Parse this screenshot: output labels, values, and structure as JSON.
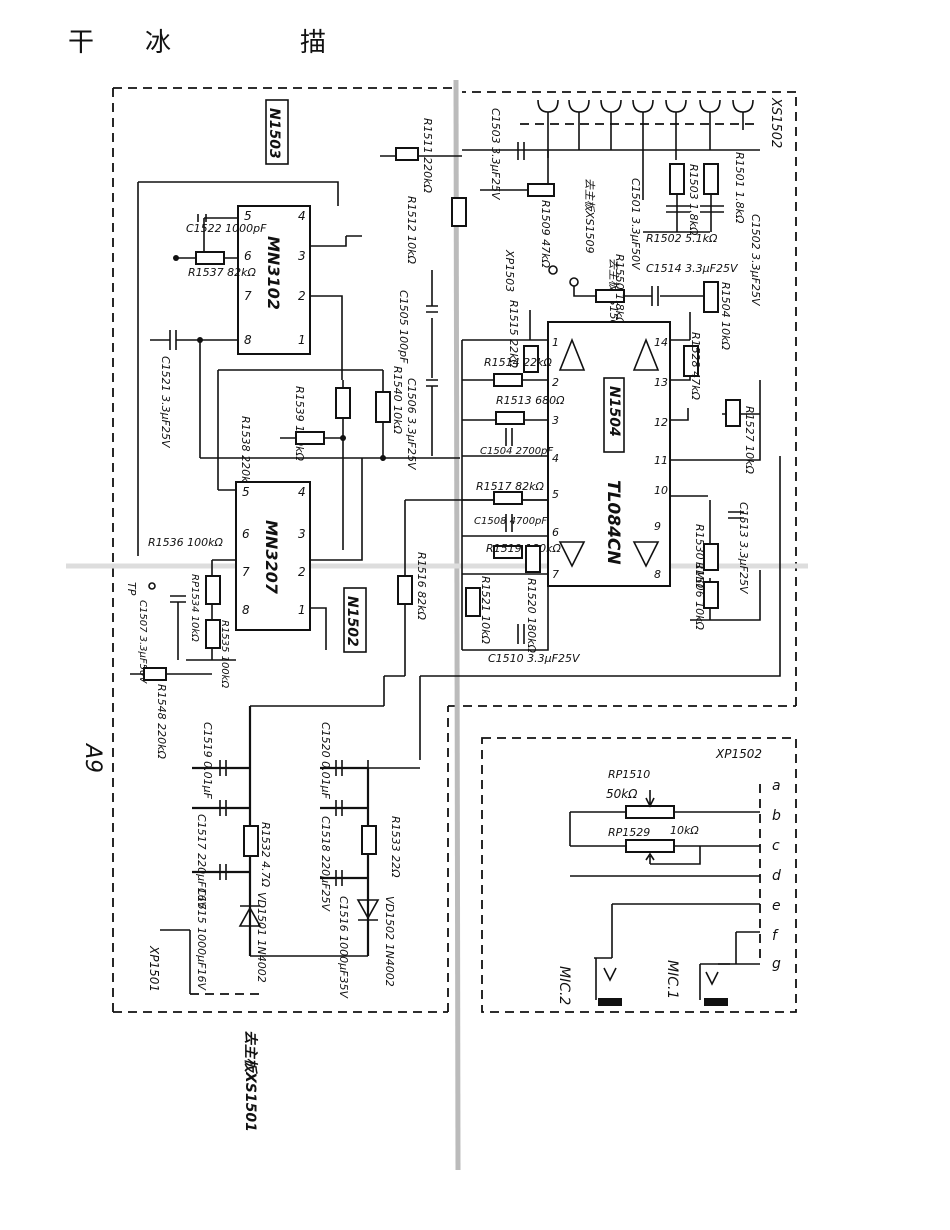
{
  "header": {
    "c1": "干",
    "c2": "冰",
    "c3": "描"
  },
  "board_label": "A9",
  "chips": {
    "n1503": {
      "ref": "N1503",
      "part": "MN3102"
    },
    "n1502": {
      "ref": "N1502",
      "part": "MN3207"
    },
    "n1504": {
      "ref": "N1504",
      "part": "TL084CN"
    }
  },
  "pins": {
    "mn3102": [
      "4",
      "3",
      "2",
      "1",
      "5",
      "6",
      "7",
      "8"
    ],
    "mn3207": [
      "4",
      "3",
      "2",
      "1",
      "5",
      "6",
      "7",
      "8"
    ],
    "tl084": [
      "14",
      "13",
      "12",
      "11",
      "10",
      "9",
      "8",
      "1",
      "2",
      "3",
      "4",
      "5",
      "6",
      "7"
    ]
  },
  "parts": {
    "r1511": "R1511 220kΩ",
    "c1503": "C1503 3.3μF25V",
    "r1512": "R1512 10kΩ",
    "r1509": "R1509 47kΩ",
    "r1501": "R1501 1.8kΩ",
    "r1503": "R1503 1.8kΩ",
    "c1501": "C1501 3.3μF50V",
    "c1502": "C1502 3.3μF25V",
    "r1502": "R1502 5.1kΩ",
    "r1550": "R1550 1.8kΩ",
    "c1514": "C1514 3.3μF25V",
    "r1504": "R1504 10kΩ",
    "c1505": "C1505 100pF",
    "r1515": "R1515 22kΩ",
    "r1514": "R1514 22kΩ",
    "r1513": "R1513 680Ω",
    "c1504": "C1504 2700pF",
    "r1517": "R1517 82kΩ",
    "c1508": "C1508 4700pF",
    "r1519": "R1519 180kΩ",
    "r1520": "R1520 180kΩ",
    "r1521": "R1521 10kΩ",
    "c1510": "C1510 3.3μF25V",
    "r1528": "R1528 47kΩ",
    "r1527": "R1527 10kΩ",
    "c1513": "C1513 3.3μF25V",
    "r1530": "R1530 1MΩ",
    "r1506": "R1506 10kΩ",
    "c1506": "C1506 3.3μF25V",
    "r1540": "R1540 10kΩ",
    "r1539": "R1539 180kΩ",
    "r1538": "R1538 220kΩ",
    "c1521": "C1521 3.3μF25V",
    "c1522": "C1522 1000pF",
    "r1537": "R1537 82kΩ",
    "r1536": "R1536 100kΩ",
    "rp1534": "RP1534 10kΩ",
    "r1535": "R1535 100kΩ",
    "c1507": "C1507 3.3μF50V",
    "tp": "TP",
    "r1516": "R1516 82kΩ",
    "r1548": "R1548 220kΩ",
    "c1519": "C1519 0.01μF",
    "c1517": "C1517 220μF16V",
    "r1532": "R1532 4.7Ω",
    "c1515": "C1515 1000μF16V",
    "vd1501": "VD1501 1N4002",
    "c1520": "C1520 0.01μF",
    "c1518": "C1518 220μF25V",
    "r1533": "R1533 22Ω",
    "c1516": "C1516 1000μF35V",
    "vd1502": "VD1502 1N4002"
  },
  "connectors": {
    "xs1502": "XS1502",
    "xp1503": "XP1503",
    "xp1503_note": "去主板XS1503",
    "xs1509_note": "去主板XS1509",
    "xp1501": "XP1501",
    "xp1501_note": "去主板XS1501",
    "xp1502": "XP1502",
    "xp1502_pins": [
      "a",
      "b",
      "c",
      "d",
      "e",
      "f",
      "g"
    ],
    "rp1510": "RP1510",
    "rp1510_val": "50kΩ",
    "rp1529": "RP1529",
    "rp1529_val": "10kΩ",
    "mic1": "MIC.1",
    "mic2": "MIC.2"
  }
}
